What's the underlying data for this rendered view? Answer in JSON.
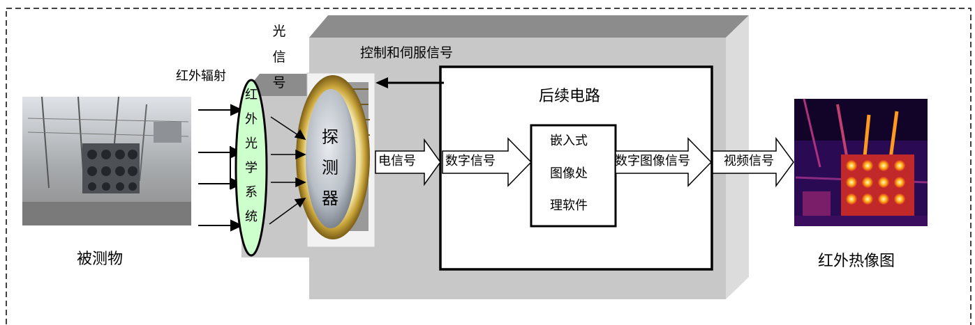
{
  "diagram": {
    "object_label": "被测物",
    "radiation_label": "红外辐射",
    "optics_label_chars": [
      "红",
      "外",
      "光",
      "学",
      "系",
      "统"
    ],
    "optical_signal_chars": [
      "光",
      "信",
      "号"
    ],
    "detector_chars": [
      "探",
      "测",
      "器"
    ],
    "control_label": "控制和伺服信号",
    "circuit_label": "后续电路",
    "embedded_software_lines": [
      "嵌入式",
      "图像处",
      "理软件"
    ],
    "arrow_electrical": "电信号",
    "arrow_digital": "数字信号",
    "arrow_digital_image": "数字图像信号",
    "arrow_video": "视频信号",
    "thermal_label": "红外热像图"
  },
  "colors": {
    "box_front": "#c8c8c8",
    "box_top": "#8c8c8c",
    "box_side": "#dcdcdc",
    "optics_fill": "#ccffcc",
    "detector_gold": "#c9a53b",
    "thermal_bg": "#2a0a52"
  }
}
